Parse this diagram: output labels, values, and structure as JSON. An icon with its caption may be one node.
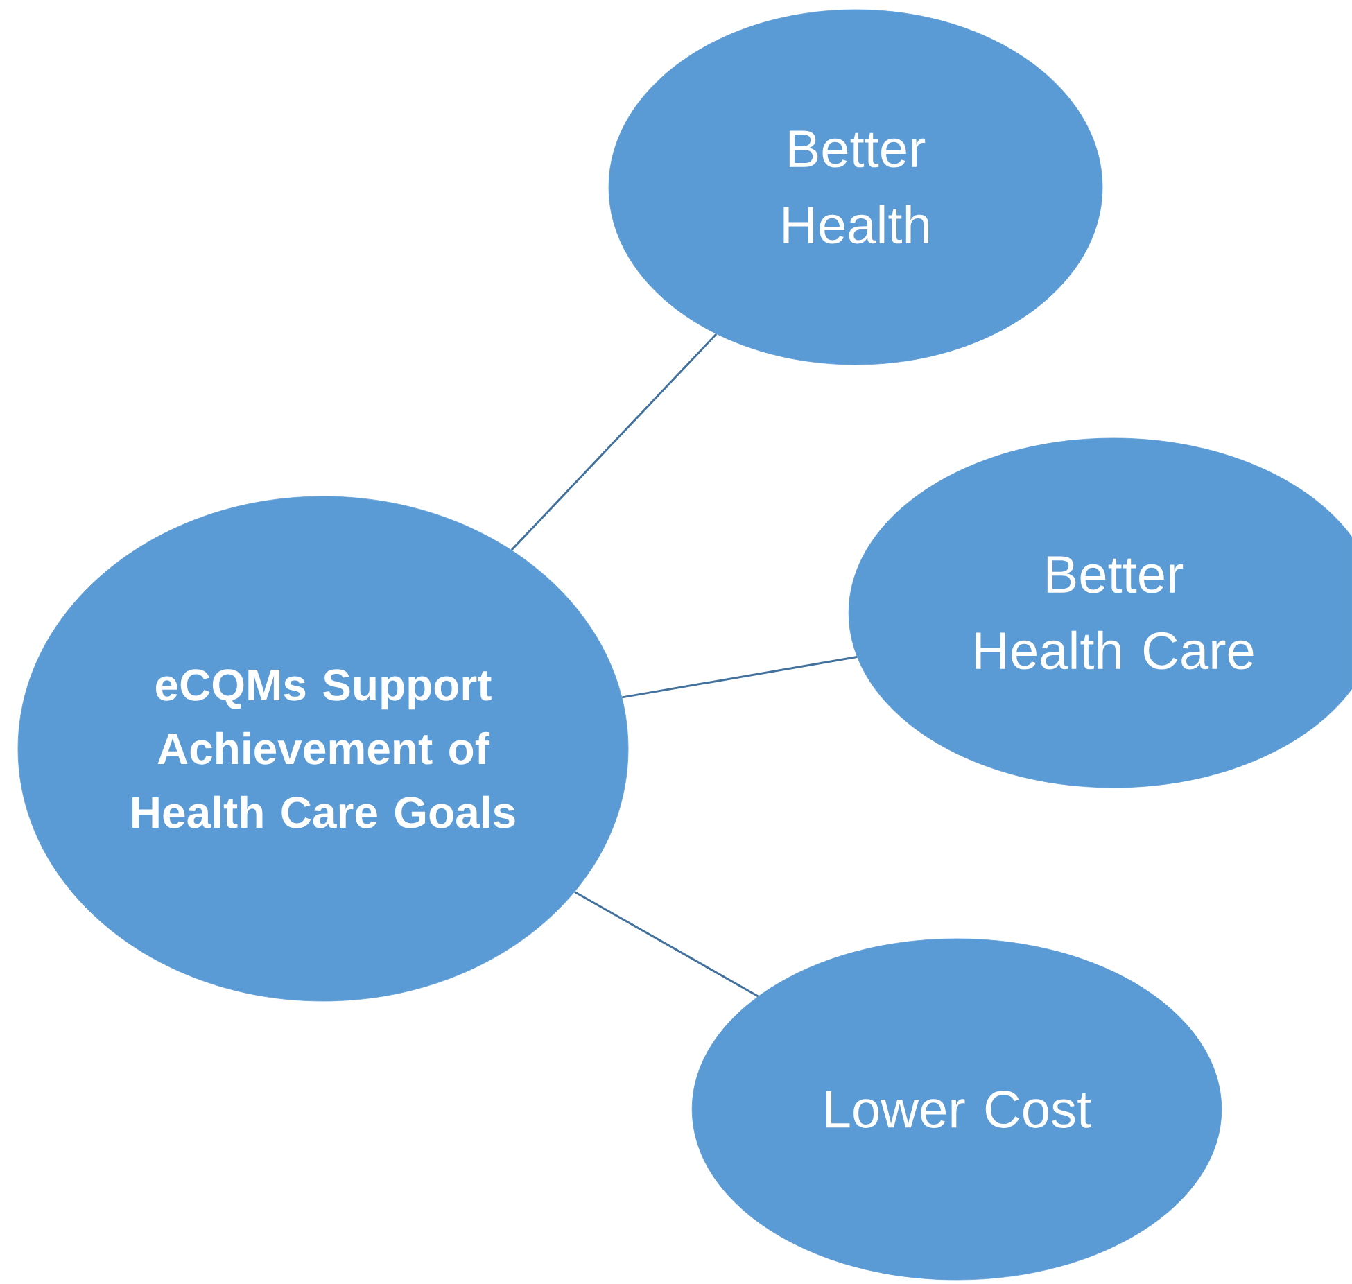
{
  "diagram": {
    "nodes": [
      {
        "text": [
          "eCQMs Support Achievement of Health Care Goals"
        ]
      },
      {
        "text": [
          "Better Health"
        ]
      },
      {
        "text": [
          "Better Health Care"
        ]
      },
      {
        "text": [
          "Lower Cost"
        ]
      }
    ],
    "edges": [
      {
        "from": 0,
        "to": 1,
        "arrow": "none"
      },
      {
        "from": 0,
        "to": 2,
        "arrow": "none"
      },
      {
        "from": 0,
        "to": 3,
        "arrow": "none"
      }
    ]
  }
}
